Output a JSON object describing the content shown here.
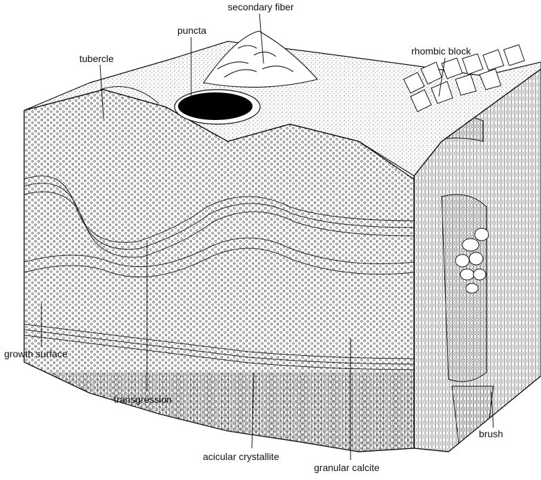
{
  "colors": {
    "ink": "#111111",
    "paper": "#ffffff"
  },
  "labels": {
    "secondary_fiber": "secondary fiber",
    "puncta": "puncta",
    "rhombic_block": "rhombic block",
    "tubercle": "tubercle",
    "growth_surface": "growth surface",
    "transgression": "transgression",
    "acicular_crystallite": "acicular crystallite",
    "brush": "brush",
    "granular_calcite": "granular calcite"
  }
}
